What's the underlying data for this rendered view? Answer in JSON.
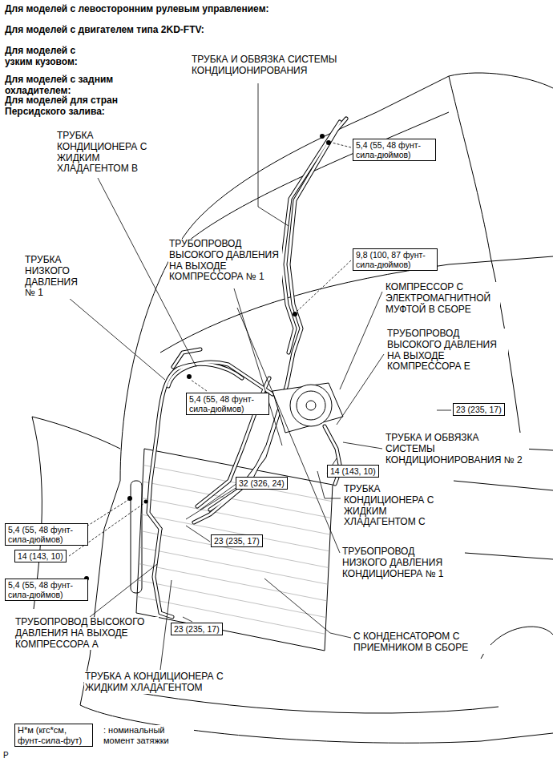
{
  "diagram": {
    "nodes": [
      {
        "text": [
          "5,4 (55, 48 фунт-сила-дюймов)"
        ]
      },
      {
        "text": [
          "9,8 (100, 87 фунт-сила-дюймов)"
        ]
      },
      {
        "text": [
          "5,4 (55, 48 фунт-сила-дюймов)"
        ]
      },
      {
        "text": [
          "23 (235, 17)"
        ]
      },
      {
        "text": [
          "14 (143, 10)"
        ]
      },
      {
        "text": [
          "32 (326, 24)"
        ]
      },
      {
        "text": [
          "5,4 (55, 48 фунт-сила-дюймов)"
        ]
      },
      {
        "text": [
          "14 (143, 10)"
        ]
      },
      {
        "text": [
          "23 (235, 17)"
        ]
      },
      {
        "text": [
          "5,4 (55, 48 фунт-сила-дюймов)"
        ]
      },
      {
        "text": [
          "23 (235, 17)"
        ]
      },
      {
        "text": [
          "Н*м (кгс*см, фунт-сила-фут)"
        ]
      }
    ],
    "labels": [
      "Для моделей с левосторонним рулевым управлением:",
      "Для моделей с двигателем типа 2KD-FTV:",
      "Для моделей с узким кузовом:",
      "Для моделей с задним охладителем:",
      "Для моделей для стран Персидского залива:",
      "ТРУБКА И ОБВЯЗКА СИСТЕМЫ КОНДИЦИОНИРОВАНИЯ",
      "ТРУБКА КОНДИЦИОНЕРА С ЖИДКИМ ХЛАДАГЕНТОМ В",
      "ТРУБОПРОВОД ВЫСОКОГО ДАВЛЕНИЯ НА ВЫХОДЕ КОМПРЕССОРА № 1",
      "ТРУБКА НИЗКОГО ДАВЛЕНИЯ № 1",
      "КОМПРЕССОР С ЭЛЕКТРОМАГНИТНОЙ МУФТОЙ В СБОРЕ",
      "ТРУБОПРОВОД ВЫСОКОГО ДАВЛЕНИЯ НА ВЫХОДЕ КОМПРЕССОРА Е",
      "ТРУБКА И ОБВЯЗКА СИСТЕМЫ КОНДИЦИОНИРОВАНИЯ № 2",
      "ТРУБКА КОНДИЦИОНЕРА С ЖИДКИМ ХЛАДАГЕНТОМ С",
      "ТРУБОПРОВОД НИЗКОГО ДАВЛЕНИЯ КОНДИЦИОНЕРА № 1",
      "С КОНДЕНСАТОРОМ С ПРИЕМНИКОМ В СБОРЕ",
      "ТРУБОПРОВОД ВЫСОКОГО ДАВЛЕНИЯ НА ВЫХОДЕ КОМПРЕССОРА А",
      "ТРУБКА А КОНДИЦИОНЕРА С ЖИДКИМ ХЛАДАГЕНТОМ",
      ": номинальный момент затяжки",
      "P"
    ]
  }
}
